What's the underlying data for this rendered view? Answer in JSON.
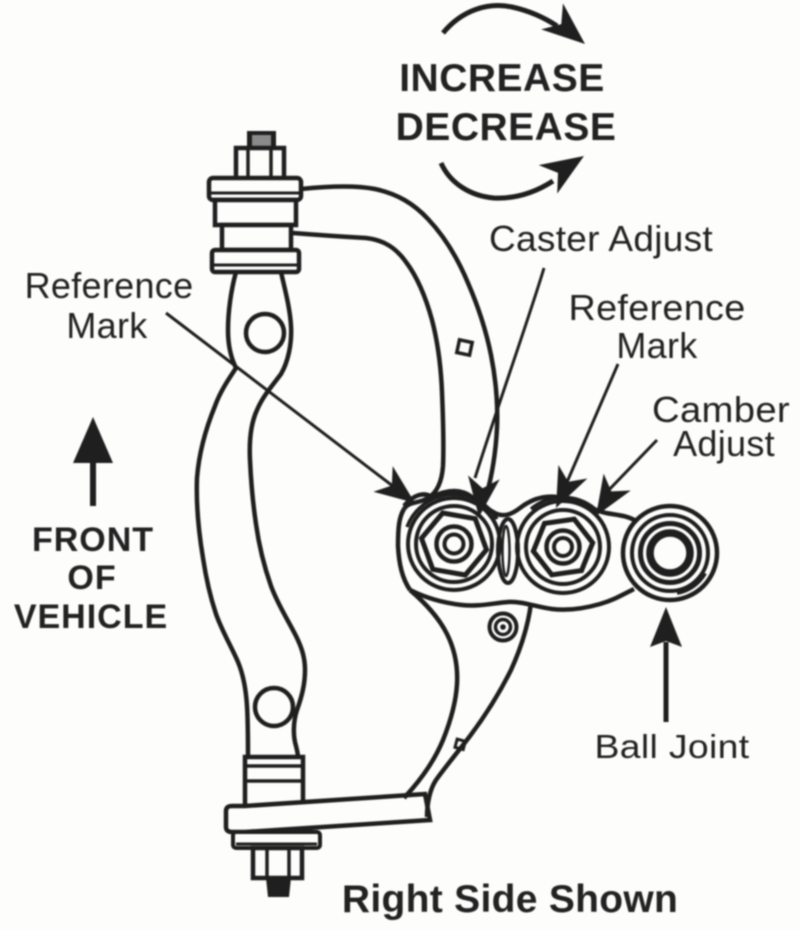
{
  "figure": {
    "kind": "suspension-adjustment-diagram",
    "caption": "Right Side Shown"
  },
  "colors": {
    "ink": "#1e1e1e",
    "paper": "#fdfdfc"
  },
  "rotation_labels": {
    "increase": "INCREASE",
    "decrease": "DECREASE"
  },
  "labels": {
    "caster_adjust": "Caster Adjust",
    "reference_mark_left": {
      "line1": "Reference",
      "line2": "Mark"
    },
    "reference_mark_right": {
      "line1": "Reference",
      "line2": "Mark"
    },
    "camber_adjust": {
      "line1": "Camber",
      "line2": "Adjust"
    },
    "front_of_vehicle": {
      "line1": "FRONT",
      "line2": "OF",
      "line3": "VEHICLE"
    },
    "ball_joint": "Ball Joint",
    "caption": "Right Side Shown"
  }
}
